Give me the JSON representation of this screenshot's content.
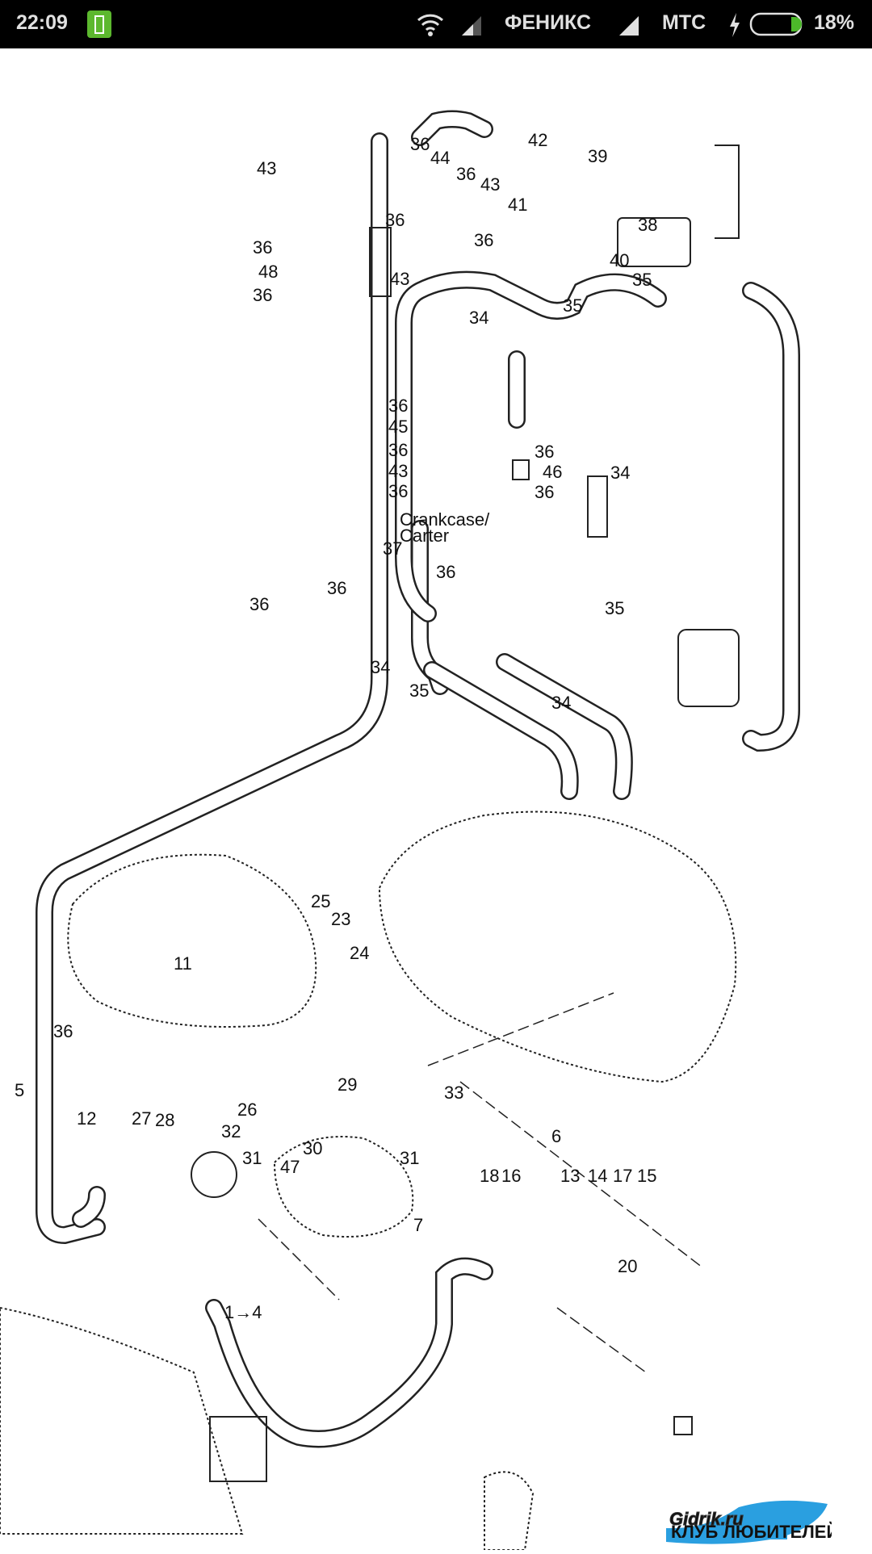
{
  "status_bar": {
    "time": "22:09",
    "carrier1": "ФЕНИКС",
    "carrier2": "МТС",
    "battery": "18%",
    "battery_level": 0.18,
    "icons": [
      "battery-saver-icon",
      "wifi-icon",
      "signal-icon",
      "signal-icon",
      "charging-icon",
      "battery-icon"
    ]
  },
  "diagram": {
    "callouts": [
      "43",
      "36",
      "44",
      "36",
      "43",
      "42",
      "41",
      "39",
      "38",
      "36",
      "36",
      "40",
      "36",
      "48",
      "36",
      "43",
      "35",
      "35",
      "34",
      "36",
      "45",
      "36",
      "36",
      "43",
      "46",
      "36",
      "36",
      "34",
      "Crankcase/",
      "Carter",
      "37",
      "36",
      "36",
      "35",
      "36",
      "34",
      "35",
      "34",
      "25",
      "23",
      "24",
      "11",
      "36",
      "29",
      "33",
      "5",
      "12",
      "27",
      "28",
      "26",
      "32",
      "6",
      "31",
      "30",
      "31",
      "47",
      "18",
      "16",
      "13",
      "14",
      "17",
      "15",
      "7",
      "20",
      "1→4"
    ]
  },
  "watermark": {
    "brand": "Gidrik.ru",
    "tagline": "КЛУБ ЛЮБИТЕЛЕЙ ГИДРОЦИКЛОВ",
    "colors": {
      "orange": "#f28c28",
      "blue": "#2a9fe0"
    }
  }
}
